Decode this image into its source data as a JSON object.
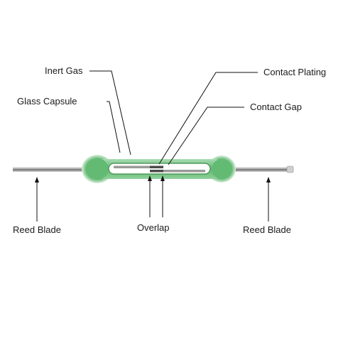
{
  "labels": {
    "inert_gas": "Inert Gas",
    "glass_capsule": "Glass Capsule",
    "contact_plating": "Contact Plating",
    "contact_gap": "Contact Gap",
    "reed_blade_left": "Reed Blade",
    "overlap": "Overlap",
    "reed_blade_right": "Reed Blade"
  },
  "colors": {
    "capsule_outer": "#7cc789",
    "capsule_inner": "#5bb56c",
    "capsule_highlight": "#b9e4c0",
    "blade": "#8a8a8a",
    "blade_light": "#e6e6e6",
    "line": "#111111"
  }
}
